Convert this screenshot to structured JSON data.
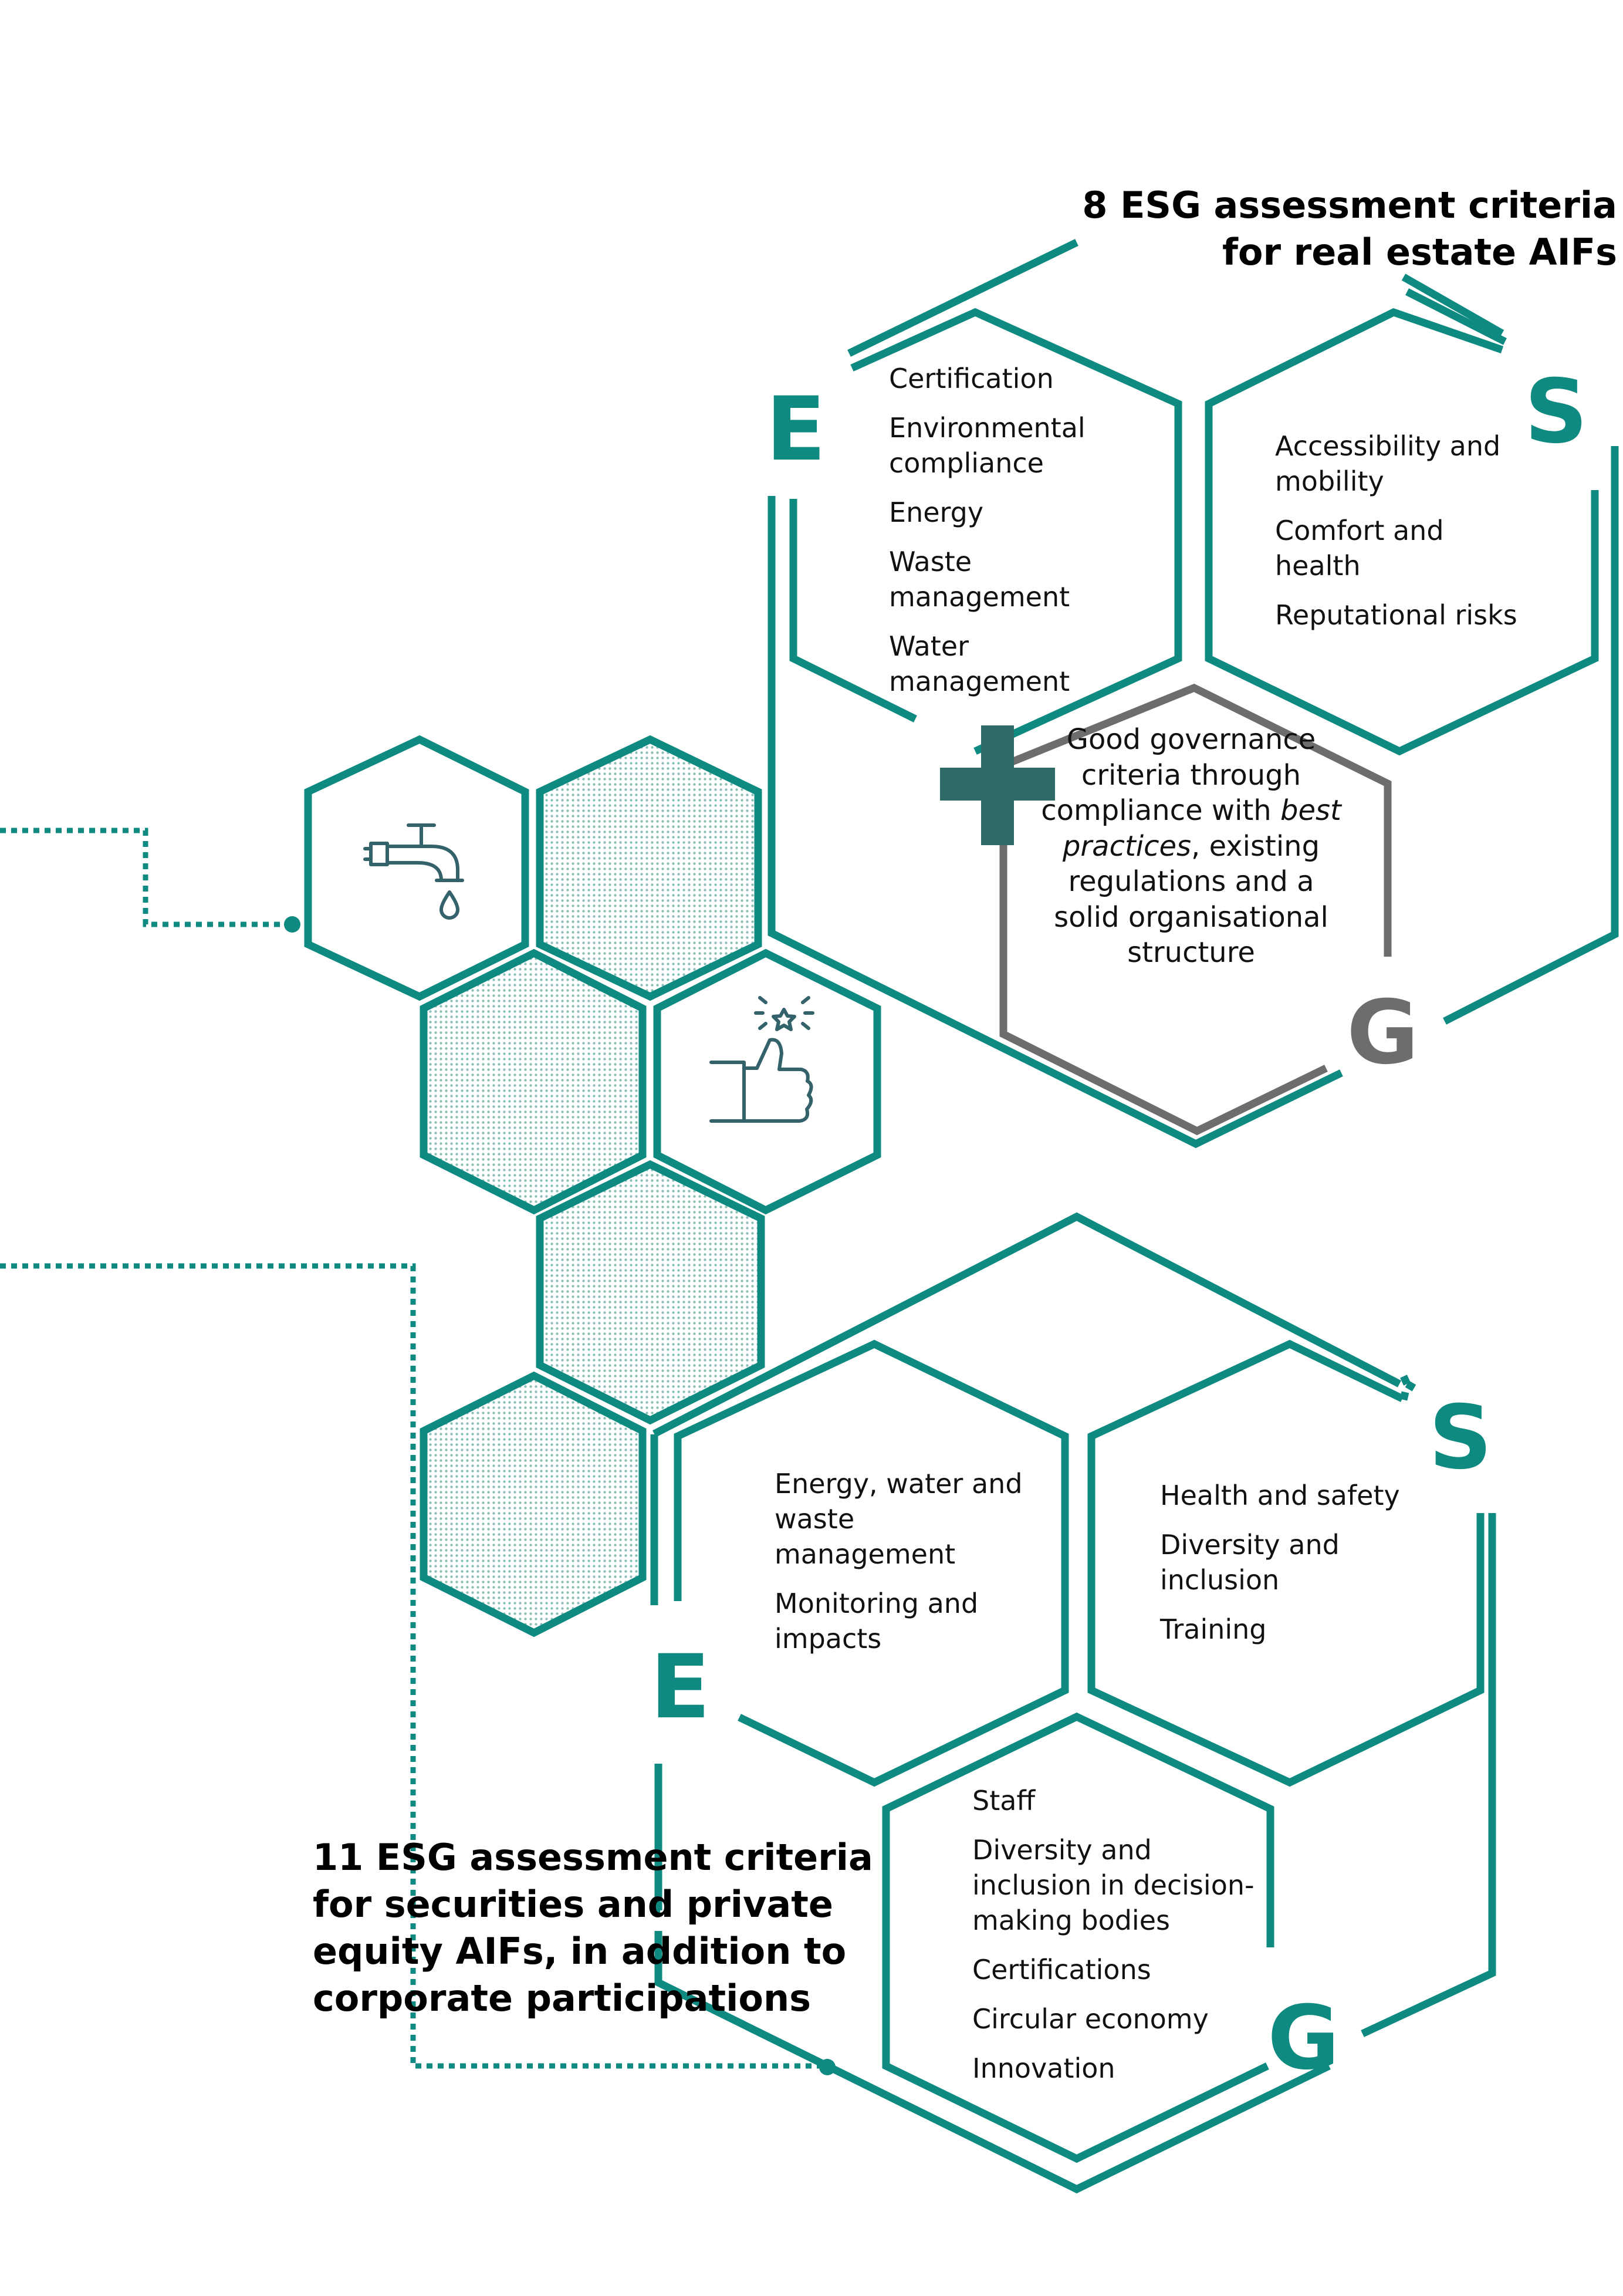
{
  "colors": {
    "teal": "#0e8a80",
    "dark_teal": "#2f6a66",
    "grey": "#6f6c6d",
    "icon": "#33626a",
    "text": "#111111"
  },
  "real_estate": {
    "heading_lines": [
      "8 ESG assessment criteria",
      "for real estate AIFs"
    ],
    "environmental": {
      "letter": "E",
      "items": [
        "Certification",
        "Environmental compliance",
        "Energy",
        "Waste management",
        "Water management"
      ]
    },
    "social": {
      "letter": "S",
      "items": [
        "Accessibility and mobility",
        "Comfort and health",
        "Reputational risks"
      ]
    },
    "governance": {
      "letter": "G",
      "text_before": "Good governance criteria through compliance with",
      "text_italic": "best practices",
      "text_after": ", existing regulations and a solid organisational structure"
    },
    "plus_icon": "plus-icon"
  },
  "securities": {
    "heading_lines": [
      "11 ESG assessment criteria",
      "for securities and private",
      "equity AIFs, in addition to",
      "corporate participations"
    ],
    "environmental": {
      "letter": "E",
      "items": [
        "Energy, water and waste management",
        "Monitoring and impacts"
      ]
    },
    "social": {
      "letter": "S",
      "items": [
        "Health and safety",
        "Diversity and inclusion",
        "Training"
      ]
    },
    "governance": {
      "letter": "G",
      "items": [
        "Staff",
        "Diversity and inclusion in decision-making bodies",
        "Certifications",
        "Circular economy",
        "Innovation"
      ]
    }
  },
  "icons": {
    "tap": "water-tap-icon",
    "thumbs_up": "thumbs-up-icon"
  }
}
